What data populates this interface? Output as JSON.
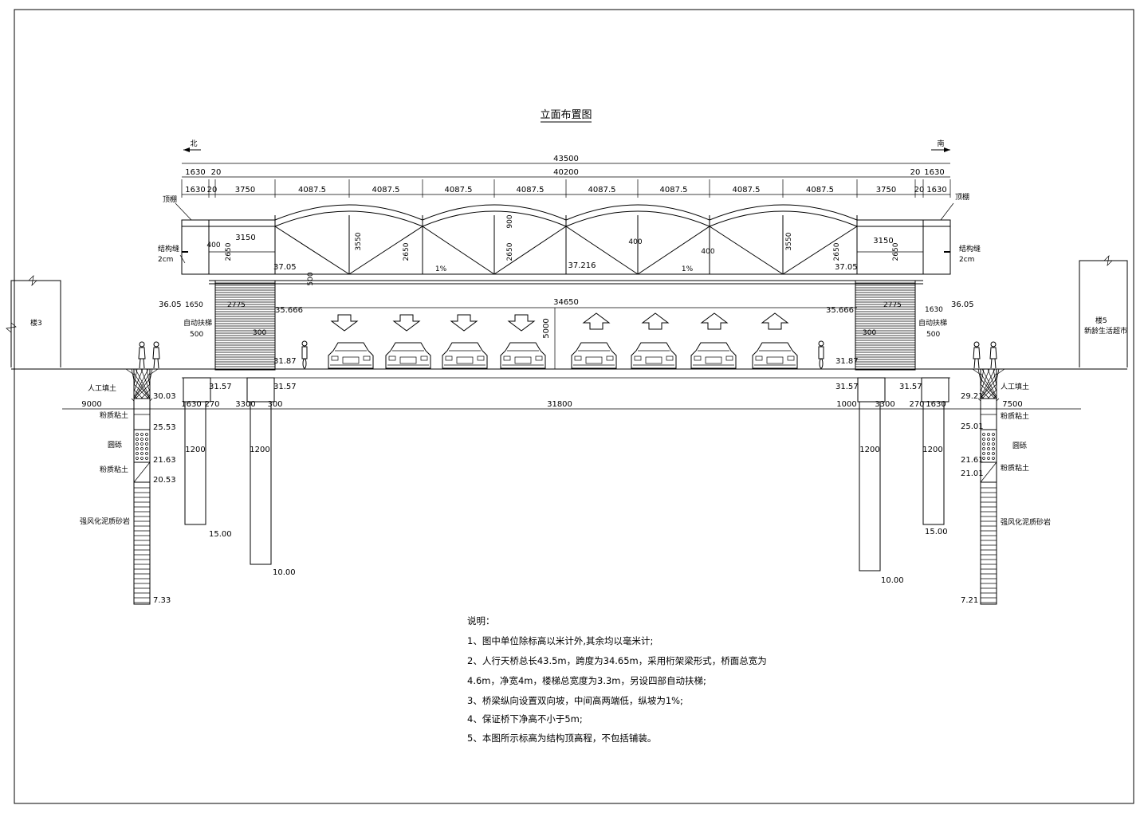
{
  "title": "立面布置图",
  "north_label": "北",
  "south_label": "南",
  "overall_dims": {
    "total": "43500",
    "span": "40200",
    "end": "1630",
    "gap": "20"
  },
  "segments": [
    "1630",
    "20",
    "3750",
    "4087.5",
    "4087.5",
    "4087.5",
    "4087.5",
    "4087.5",
    "4087.5",
    "4087.5",
    "4087.5",
    "3750",
    "20",
    "1630"
  ],
  "truss_labels": {
    "h1": "3550",
    "h2": "2650",
    "h3": "900",
    "w1": "3150",
    "w2": "400",
    "w3": "400",
    "slope": "1%",
    "mid_elev": "37.216",
    "span_clear": "34650",
    "deck_h": "500",
    "clear_h": "5000"
  },
  "left_labels": {
    "roof": "顶棚",
    "joint": "结构缝",
    "joint_w": "2cm",
    "e1": "36.05",
    "e2": "37.05",
    "e3": "35.666",
    "d1": "1650",
    "d2": "2775",
    "escalator": "自动扶梯",
    "w500": "500",
    "w300": "300",
    "e4": "31.87",
    "pier": "31.57",
    "building": "楼3"
  },
  "right_labels": {
    "roof": "顶棚",
    "joint": "结构缝",
    "joint_w": "2cm",
    "e1": "36.05",
    "e2": "37.05",
    "e3": "35.666",
    "d1": "1630",
    "d2": "2775",
    "escalator": "自动扶梯",
    "w500": "500",
    "w300": "300",
    "e4": "31.87",
    "pier": "31.57",
    "building_1": "楼5",
    "building_2": "新龄生活超市"
  },
  "base_dims": {
    "left": "9000",
    "l1": "1630",
    "l2": "270",
    "l3": "3300",
    "l4": "300",
    "mid": "31800",
    "r1": "1000",
    "r2": "3300",
    "r3": "270",
    "r4": "1630",
    "right": "7500",
    "pile": "1200"
  },
  "soil_left": [
    {
      "name": "人工填土",
      "elev": "30.03"
    },
    {
      "name": "粉质粘土",
      "elev": "25.53"
    },
    {
      "name": "圆砾",
      "elev": "21.63"
    },
    {
      "name": "粉质粘土",
      "elev": "20.53"
    },
    {
      "name": "强风化泥质砂岩",
      "elev": "7.33"
    }
  ],
  "soil_right": [
    {
      "name": "人工填土",
      "elev": "29.21"
    },
    {
      "name": "粉质粘土",
      "elev": "25.01"
    },
    {
      "name": "圆砾",
      "elev": "21.61"
    },
    {
      "name": "粉质粘土",
      "elev": "21.01"
    },
    {
      "name": "强风化泥质砂岩",
      "elev": "7.21"
    }
  ],
  "pile_tips": {
    "a": "15.00",
    "b": "10.00",
    "c": "10.00",
    "d": "15.00"
  },
  "notes_title": "说明：",
  "notes": [
    "1、图中单位除标高以米计外,其余均以毫米计;",
    "2、人行天桥总长43.5m，跨度为34.65m，采用桁架梁形式，桥面总宽为",
    "4.6m，净宽4m，楼梯总宽度为3.3m，另设四部自动扶梯;",
    "3、桥梁纵向设置双向坡，中间高两端低，纵坡为1%;",
    "4、保证桥下净高不小于5m;",
    "5、本图所示标高为结构顶高程，不包括铺装。"
  ]
}
